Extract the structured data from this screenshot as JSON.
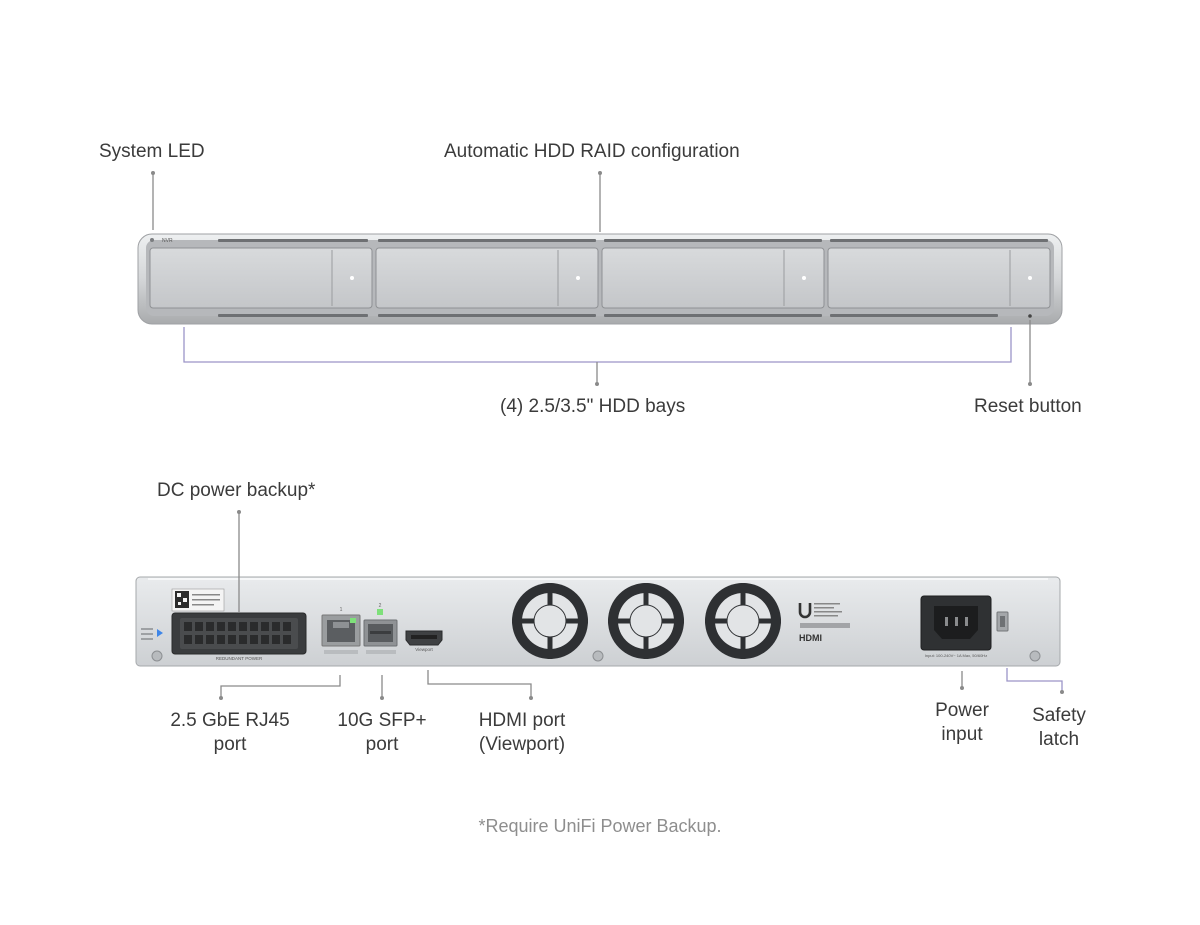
{
  "front_labels": {
    "system_led": "System LED",
    "raid": "Automatic HDD RAID configuration",
    "hdd_bays": "(4) 2.5/3.5\" HDD bays",
    "reset_button": "Reset button"
  },
  "rear_labels": {
    "dc_power": "DC power backup*",
    "rj45_line1": "2.5 GbE RJ45",
    "rj45_line2": "port",
    "sfp_line1": "10G SFP+",
    "sfp_line2": "port",
    "hdmi_line1": "HDMI port",
    "hdmi_line2": "(Viewport)",
    "power_line1": "Power",
    "power_line2": "input",
    "latch_line1": "Safety",
    "latch_line2": "latch"
  },
  "device_text": {
    "front_badge": "NVR",
    "rear_connector": "REDUNDANT POWER",
    "viewport": "Viewport",
    "hdmi_logo": "HDMI",
    "port1": "1",
    "port2": "2",
    "power_spec": "Input: 100-240V~ 1A Max, 50/60Hz"
  },
  "footnote": "*Require UniFi Power Backup.",
  "colors": {
    "line_gray": "#8a8a8a",
    "line_purple": "#9c95c8",
    "chassis": "#d6d8da",
    "bay": "#c9cbce",
    "led_green": "#7ee07a",
    "led_blue": "#3f86e8"
  }
}
